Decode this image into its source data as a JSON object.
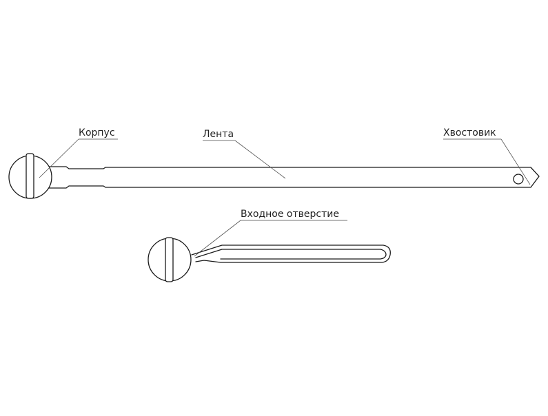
{
  "labels": {
    "korpus": "Корпус",
    "lenta": "Лента",
    "khvostovik": "Хвостовик",
    "vkhodnoe_otverstie": "Входное отверстие"
  }
}
